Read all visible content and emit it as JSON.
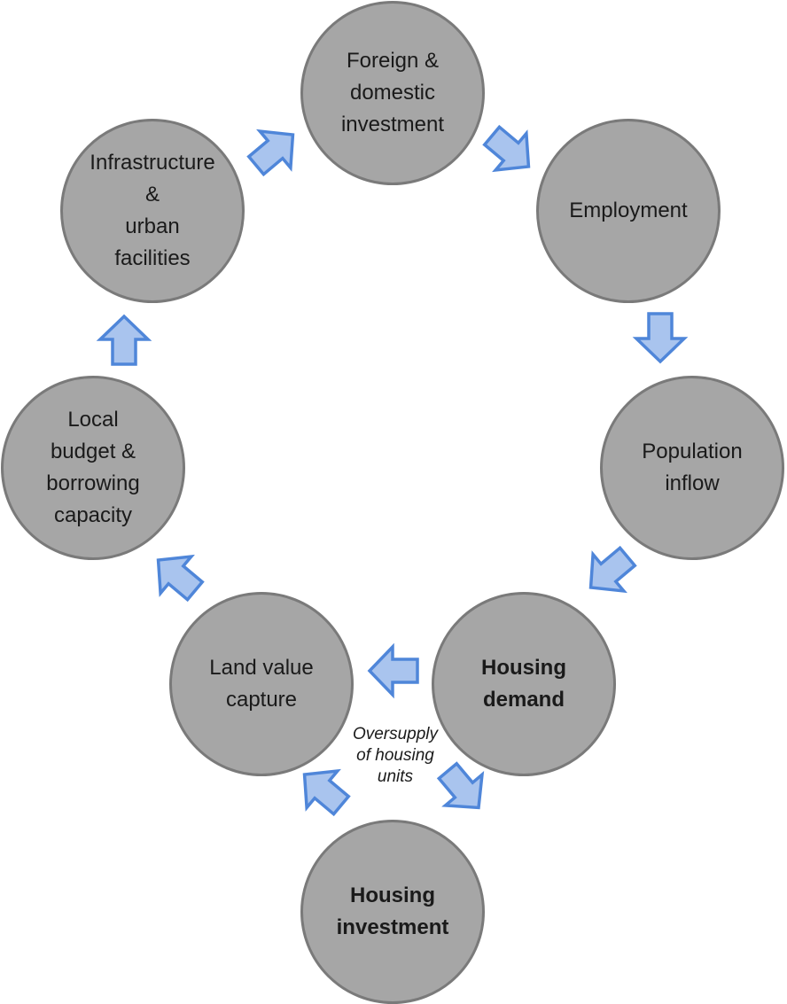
{
  "diagram": {
    "nodes": [
      {
        "id": "foreign-domestic-investment",
        "label": "Foreign &\ndomestic\ninvestment",
        "bold": false
      },
      {
        "id": "employment",
        "label": "Employment",
        "bold": false
      },
      {
        "id": "population-inflow",
        "label": "Population\ninflow",
        "bold": false
      },
      {
        "id": "housing-demand",
        "label": "Housing\ndemand",
        "bold": true
      },
      {
        "id": "housing-investment",
        "label": "Housing\ninvestment",
        "bold": true
      },
      {
        "id": "land-value-capture",
        "label": "Land value\ncapture",
        "bold": false
      },
      {
        "id": "local-budget",
        "label": "Local\nbudget &\nborrowing\ncapacity",
        "bold": false
      },
      {
        "id": "infrastructure",
        "label": "Infrastructure\n&\nurban\nfacilities",
        "bold": false
      }
    ],
    "edges": [
      {
        "from": "infrastructure",
        "to": "foreign-domestic-investment"
      },
      {
        "from": "foreign-domestic-investment",
        "to": "employment"
      },
      {
        "from": "employment",
        "to": "population-inflow"
      },
      {
        "from": "population-inflow",
        "to": "housing-demand"
      },
      {
        "from": "housing-demand",
        "to": "land-value-capture"
      },
      {
        "from": "housing-demand",
        "to": "housing-investment"
      },
      {
        "from": "housing-investment",
        "to": "land-value-capture"
      },
      {
        "from": "land-value-capture",
        "to": "local-budget"
      },
      {
        "from": "local-budget",
        "to": "infrastructure"
      }
    ],
    "annotation": "Oversupply\nof housing\nunits",
    "colors": {
      "node_fill": "#a6a6a6",
      "node_stroke": "#7a7a7a",
      "arrow_fill": "#a9c4ee",
      "arrow_stroke": "#4f86d9"
    }
  }
}
